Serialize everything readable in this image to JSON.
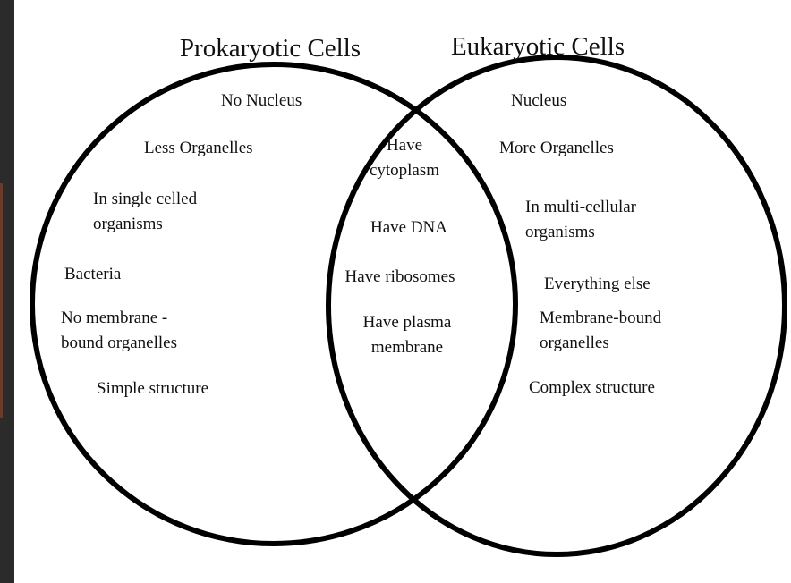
{
  "left_set": {
    "title": "Prokaryotic Cells",
    "items": [
      [
        "No Nucleus"
      ],
      [
        "Less Organelles"
      ],
      [
        "In single celled",
        "organisms"
      ],
      [
        "Bacteria"
      ],
      [
        "No membrane -",
        "bound organelles"
      ],
      [
        "Simple structure"
      ]
    ]
  },
  "right_set": {
    "title": "Eukaryotic Cells",
    "items": [
      [
        "Nucleus"
      ],
      [
        "More Organelles"
      ],
      [
        "In multi-cellular",
        "organisms"
      ],
      [
        "Everything else"
      ],
      [
        "Membrane-bound",
        "organelles"
      ],
      [
        "Complex structure"
      ]
    ]
  },
  "intersection": {
    "items": [
      [
        "Have",
        "cytoplasm"
      ],
      [
        "Have DNA"
      ],
      [
        "Have ribosomes"
      ],
      [
        "Have plasma",
        "membrane"
      ]
    ]
  }
}
